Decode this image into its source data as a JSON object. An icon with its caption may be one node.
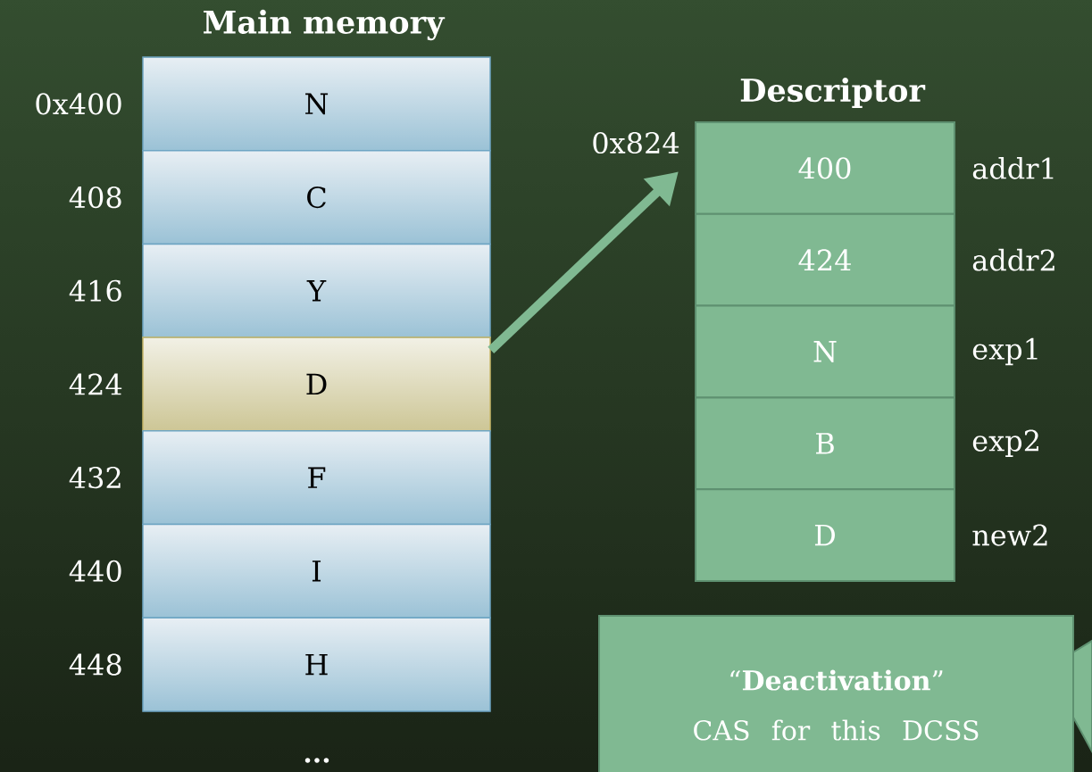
{
  "diagram": {
    "nodes": [
      {
        "text": [
          "N"
        ],
        "beside": [
          "0x400"
        ]
      },
      {
        "text": [
          "C"
        ],
        "beside": [
          "408"
        ]
      },
      {
        "text": [
          "Y"
        ],
        "beside": [
          "416"
        ]
      },
      {
        "text": [
          "D"
        ],
        "beside": [
          "424"
        ]
      },
      {
        "text": [
          "F"
        ],
        "beside": [
          "432"
        ]
      },
      {
        "text": [
          "I"
        ],
        "beside": [
          "440"
        ]
      },
      {
        "text": [
          "H"
        ],
        "beside": [
          "448"
        ]
      },
      {
        "text": [
          "400"
        ],
        "beside": [
          "addr1"
        ]
      },
      {
        "text": [
          "424"
        ],
        "beside": [
          "addr2"
        ]
      },
      {
        "text": [
          "N"
        ],
        "beside": [
          "exp1"
        ]
      },
      {
        "text": [
          "B"
        ],
        "beside": [
          "exp2"
        ]
      },
      {
        "text": [
          "D"
        ],
        "beside": [
          "new2"
        ]
      },
      {
        "text": [
          "0x824"
        ]
      },
      {
        "text": [
          "“**Deactivation**” CAS for this DCSS"
        ]
      }
    ],
    "edges": [
      {
        "from": 3,
        "to": 12,
        "arrow": "to"
      }
    ],
    "labels": [
      "Main memory",
      "Descriptor",
      "..."
    ]
  }
}
